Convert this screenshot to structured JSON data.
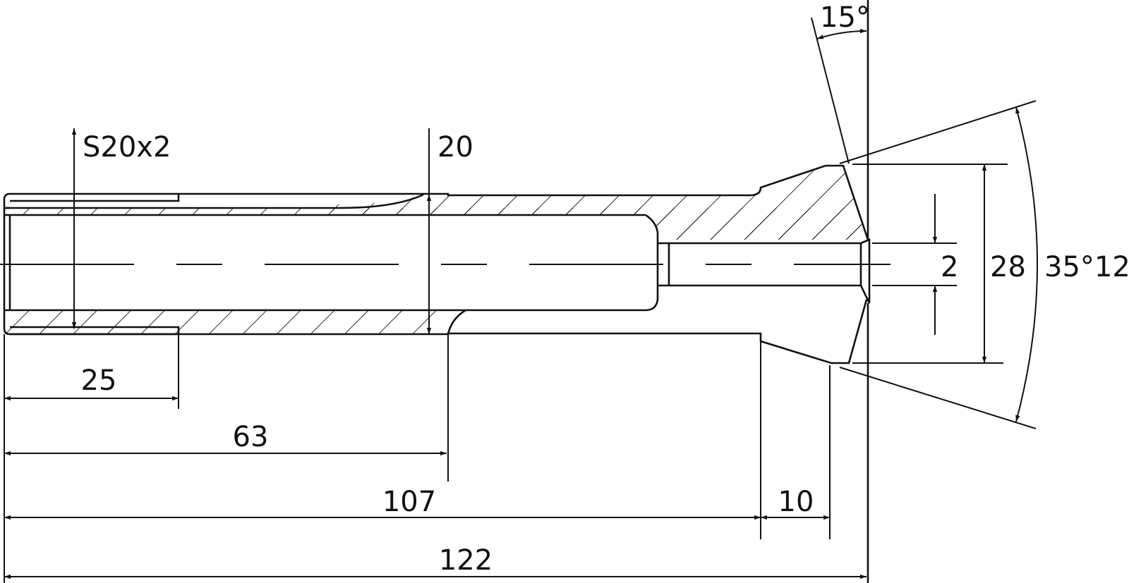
{
  "drawing": {
    "thread_label": "S20x2",
    "dims": {
      "bore": "20",
      "thread_length": "25",
      "step_length": "63",
      "body_length": "107",
      "cone_length": "10",
      "overall_length": "122",
      "tip_bore": "2",
      "tip_diameter": "28",
      "cone_angle": "35°12’",
      "face_angle": "15°"
    }
  }
}
